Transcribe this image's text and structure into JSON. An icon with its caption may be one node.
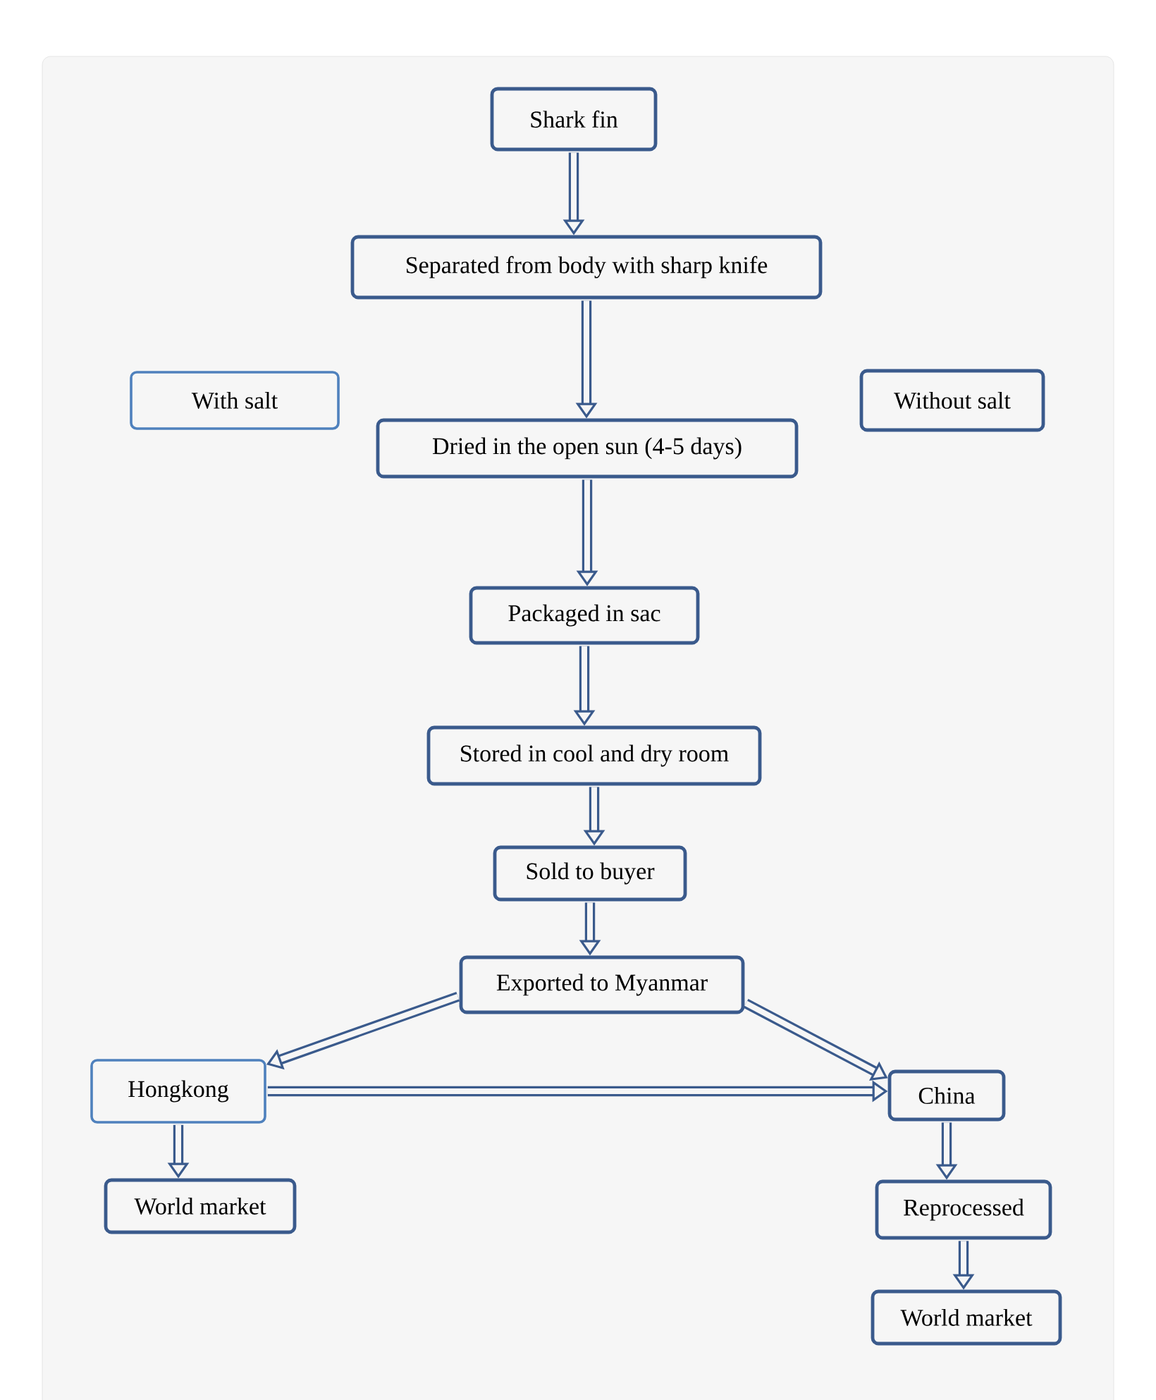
{
  "diagram": {
    "nodes": [
      {
        "text": [
          "Shark fin"
        ]
      },
      {
        "text": [
          "Separated from body with sharp knife"
        ]
      },
      {
        "text": [
          "With salt"
        ]
      },
      {
        "text": [
          "Without salt"
        ]
      },
      {
        "text": [
          "Dried in the open sun (4-5 days)"
        ]
      },
      {
        "text": [
          "Packaged in sac"
        ]
      },
      {
        "text": [
          "Stored in cool and dry room"
        ]
      },
      {
        "text": [
          "Sold to buyer"
        ]
      },
      {
        "text": [
          "Exported to Myanmar"
        ]
      },
      {
        "text": [
          "Hongkong"
        ]
      },
      {
        "text": [
          "World market"
        ]
      },
      {
        "text": [
          "China"
        ]
      },
      {
        "text": [
          "Reprocessed"
        ]
      },
      {
        "text": [
          "World market"
        ]
      }
    ],
    "edges": [
      {
        "from": 0,
        "to": 1,
        "arrow": "to"
      },
      {
        "from": 1,
        "to": 4,
        "arrow": "to"
      },
      {
        "from": 4,
        "to": 5,
        "arrow": "to"
      },
      {
        "from": 5,
        "to": 6,
        "arrow": "to"
      },
      {
        "from": 6,
        "to": 7,
        "arrow": "to"
      },
      {
        "from": 7,
        "to": 8,
        "arrow": "to"
      },
      {
        "from": 8,
        "to": 9,
        "arrow": "to"
      },
      {
        "from": 8,
        "to": 11,
        "arrow": "to"
      },
      {
        "from": 9,
        "to": 11,
        "arrow": "to"
      },
      {
        "from": 9,
        "to": 10,
        "arrow": "to"
      },
      {
        "from": 11,
        "to": 12,
        "arrow": "to"
      },
      {
        "from": 12,
        "to": 13,
        "arrow": "to"
      }
    ]
  }
}
